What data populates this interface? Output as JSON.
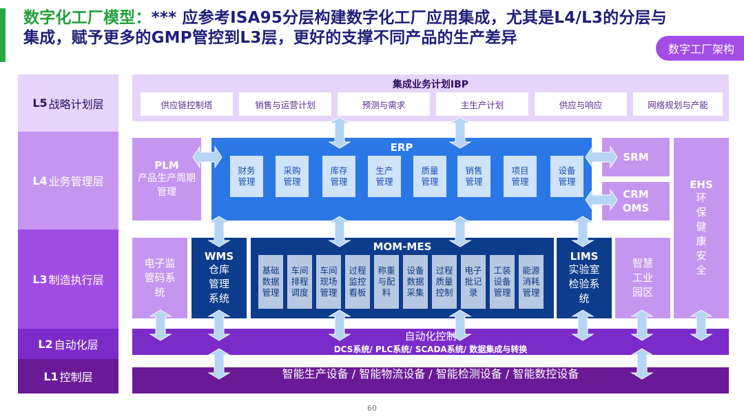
{
  "header": {
    "title_highlight": "数字化工厂模型：",
    "title_main": "*** 应参考ISA95分层构建数字化工厂应用集成，尤其是L4/L3的分层与集成，赋予更多的GMP管控到L3层，更好的支撑不同产品的生产差异",
    "badge": "数字工厂架构"
  },
  "levels": [
    {
      "code": "L5",
      "name": "战略计划层"
    },
    {
      "code": "L4",
      "name": "业务管理层"
    },
    {
      "code": "L3",
      "name": "制造执行层"
    },
    {
      "code": "L2",
      "name": "自动化层"
    },
    {
      "code": "L1",
      "name": "控制层"
    }
  ],
  "l5": {
    "title": "集成业务计划IBP",
    "items": [
      "供应链控制塔",
      "销售与运营计划",
      "预测与需求",
      "主生产计划",
      "供应与响应",
      "网络规划与产能"
    ]
  },
  "l4": {
    "plm": {
      "title": "PLM",
      "desc": "产品生产周期管理"
    },
    "erp": {
      "title": "ERP",
      "modules": [
        "财务管理",
        "采购管理",
        "库存管理",
        "生产管理",
        "质量管理",
        "销售管理",
        "项目管理",
        "设备管理"
      ]
    },
    "srm": "SRM",
    "crm": "CRM",
    "oms": "OMS",
    "ehs": {
      "title": "EHS",
      "desc": "环保健康安全"
    }
  },
  "l3": {
    "ebr": "电子监管码系统",
    "wms": {
      "title": "WMS",
      "desc": "仓库管理系统"
    },
    "mes": {
      "title": "MOM-MES",
      "modules": [
        "基础数据管理",
        "车间排程调度",
        "车间现场管理",
        "过程监控看板",
        "称重与配料",
        "设备数据采集",
        "过程质量控制",
        "电子批记录",
        "工装设备管理",
        "能源消耗管理"
      ]
    },
    "lims": {
      "title": "LIMS",
      "desc": "实验室检验系统"
    },
    "park": "智慧工业园区"
  },
  "l2": {
    "title": "自动化控制",
    "subtitle": "DCS系统/ PLC系统/ SCADA系统/ 数据集成与转换"
  },
  "l1": {
    "title": "智能生产设备 / 智能物流设备 / 智能检测设备 / 智能数控设备"
  },
  "page_number": "60"
}
